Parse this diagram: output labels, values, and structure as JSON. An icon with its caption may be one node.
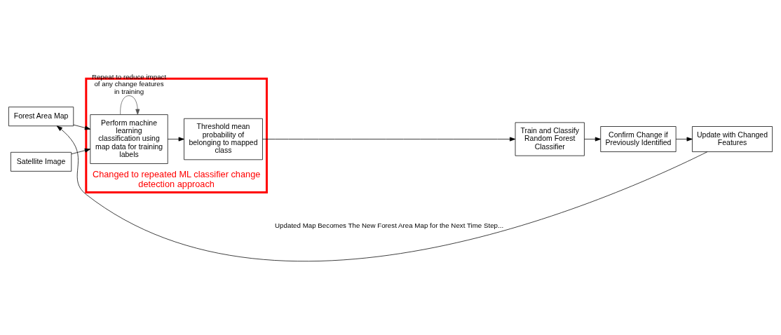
{
  "diagram": {
    "nodes": [
      {
        "text": [
          "Forest Area Map"
        ]
      },
      {
        "text": [
          "Satellite Image"
        ]
      },
      {
        "text": [
          "Changed to repeated ML classifier change detection approach"
        ]
      },
      {
        "text": [
          "Perform machine learning classification using map data for training labels"
        ],
        "in": 2
      },
      {
        "text": [
          "Threshold mean probability of belonging to mapped class"
        ],
        "in": 2
      },
      {
        "text": [
          "Train and Classify Random Forest Classifier"
        ]
      },
      {
        "text": [
          "Confirm Change if Previously Identified"
        ]
      },
      {
        "text": [
          "Update with Changed Features"
        ]
      }
    ],
    "edges": [
      {
        "from": 0,
        "to": 3,
        "arrow": "to"
      },
      {
        "from": 1,
        "to": 3,
        "arrow": "to"
      },
      {
        "from": 3,
        "to": 3,
        "arrow": "to",
        "label": "Repeat to reduce impact of any change features in training",
        "color": "#555555"
      },
      {
        "from": 3,
        "to": 4,
        "arrow": "to"
      },
      {
        "from": 4,
        "to": 5,
        "arrow": "to"
      },
      {
        "from": 5,
        "to": 6,
        "arrow": "to"
      },
      {
        "from": 6,
        "to": 7,
        "arrow": "to"
      },
      {
        "from": 7,
        "to": 0,
        "arrow": "to",
        "label": "Updated Map Becomes The New Forest Area Map for the Next Time Step..."
      }
    ]
  }
}
